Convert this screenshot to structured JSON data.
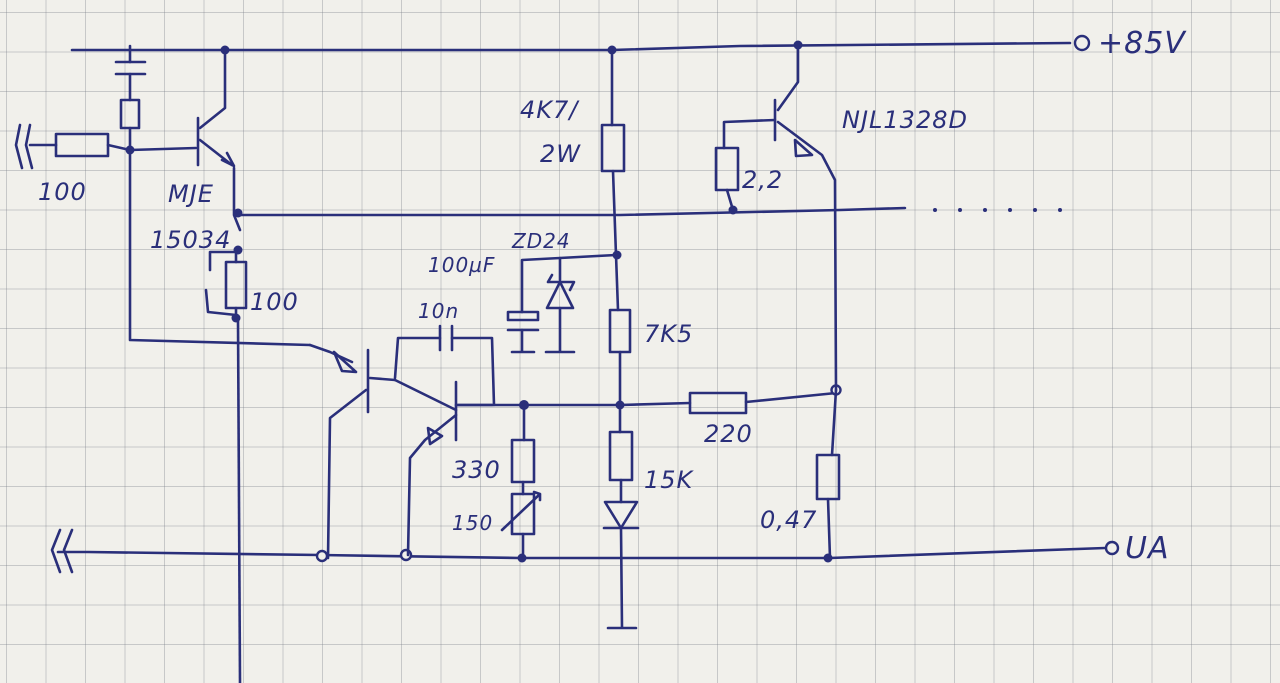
{
  "labels": {
    "supply": "+85V",
    "output": "UA",
    "input_resistor": "100",
    "driver_transistor_line1": "MJE",
    "driver_transistor_line2": "15034",
    "emitter_resistor": "100",
    "bias_resistor_line1": "4K7/",
    "bias_resistor_line2": "2W",
    "output_transistor": "NJL1328D",
    "base_resistor": "2,2",
    "zener": "ZD24",
    "cap_100u": "100µF",
    "cap_10n": "10n",
    "res_7k5": "7K5",
    "res_330": "330",
    "pot_150": "150",
    "res_15k": "15K",
    "res_220": "220",
    "res_047": "0,47",
    "continuation": ". . . . . ."
  }
}
